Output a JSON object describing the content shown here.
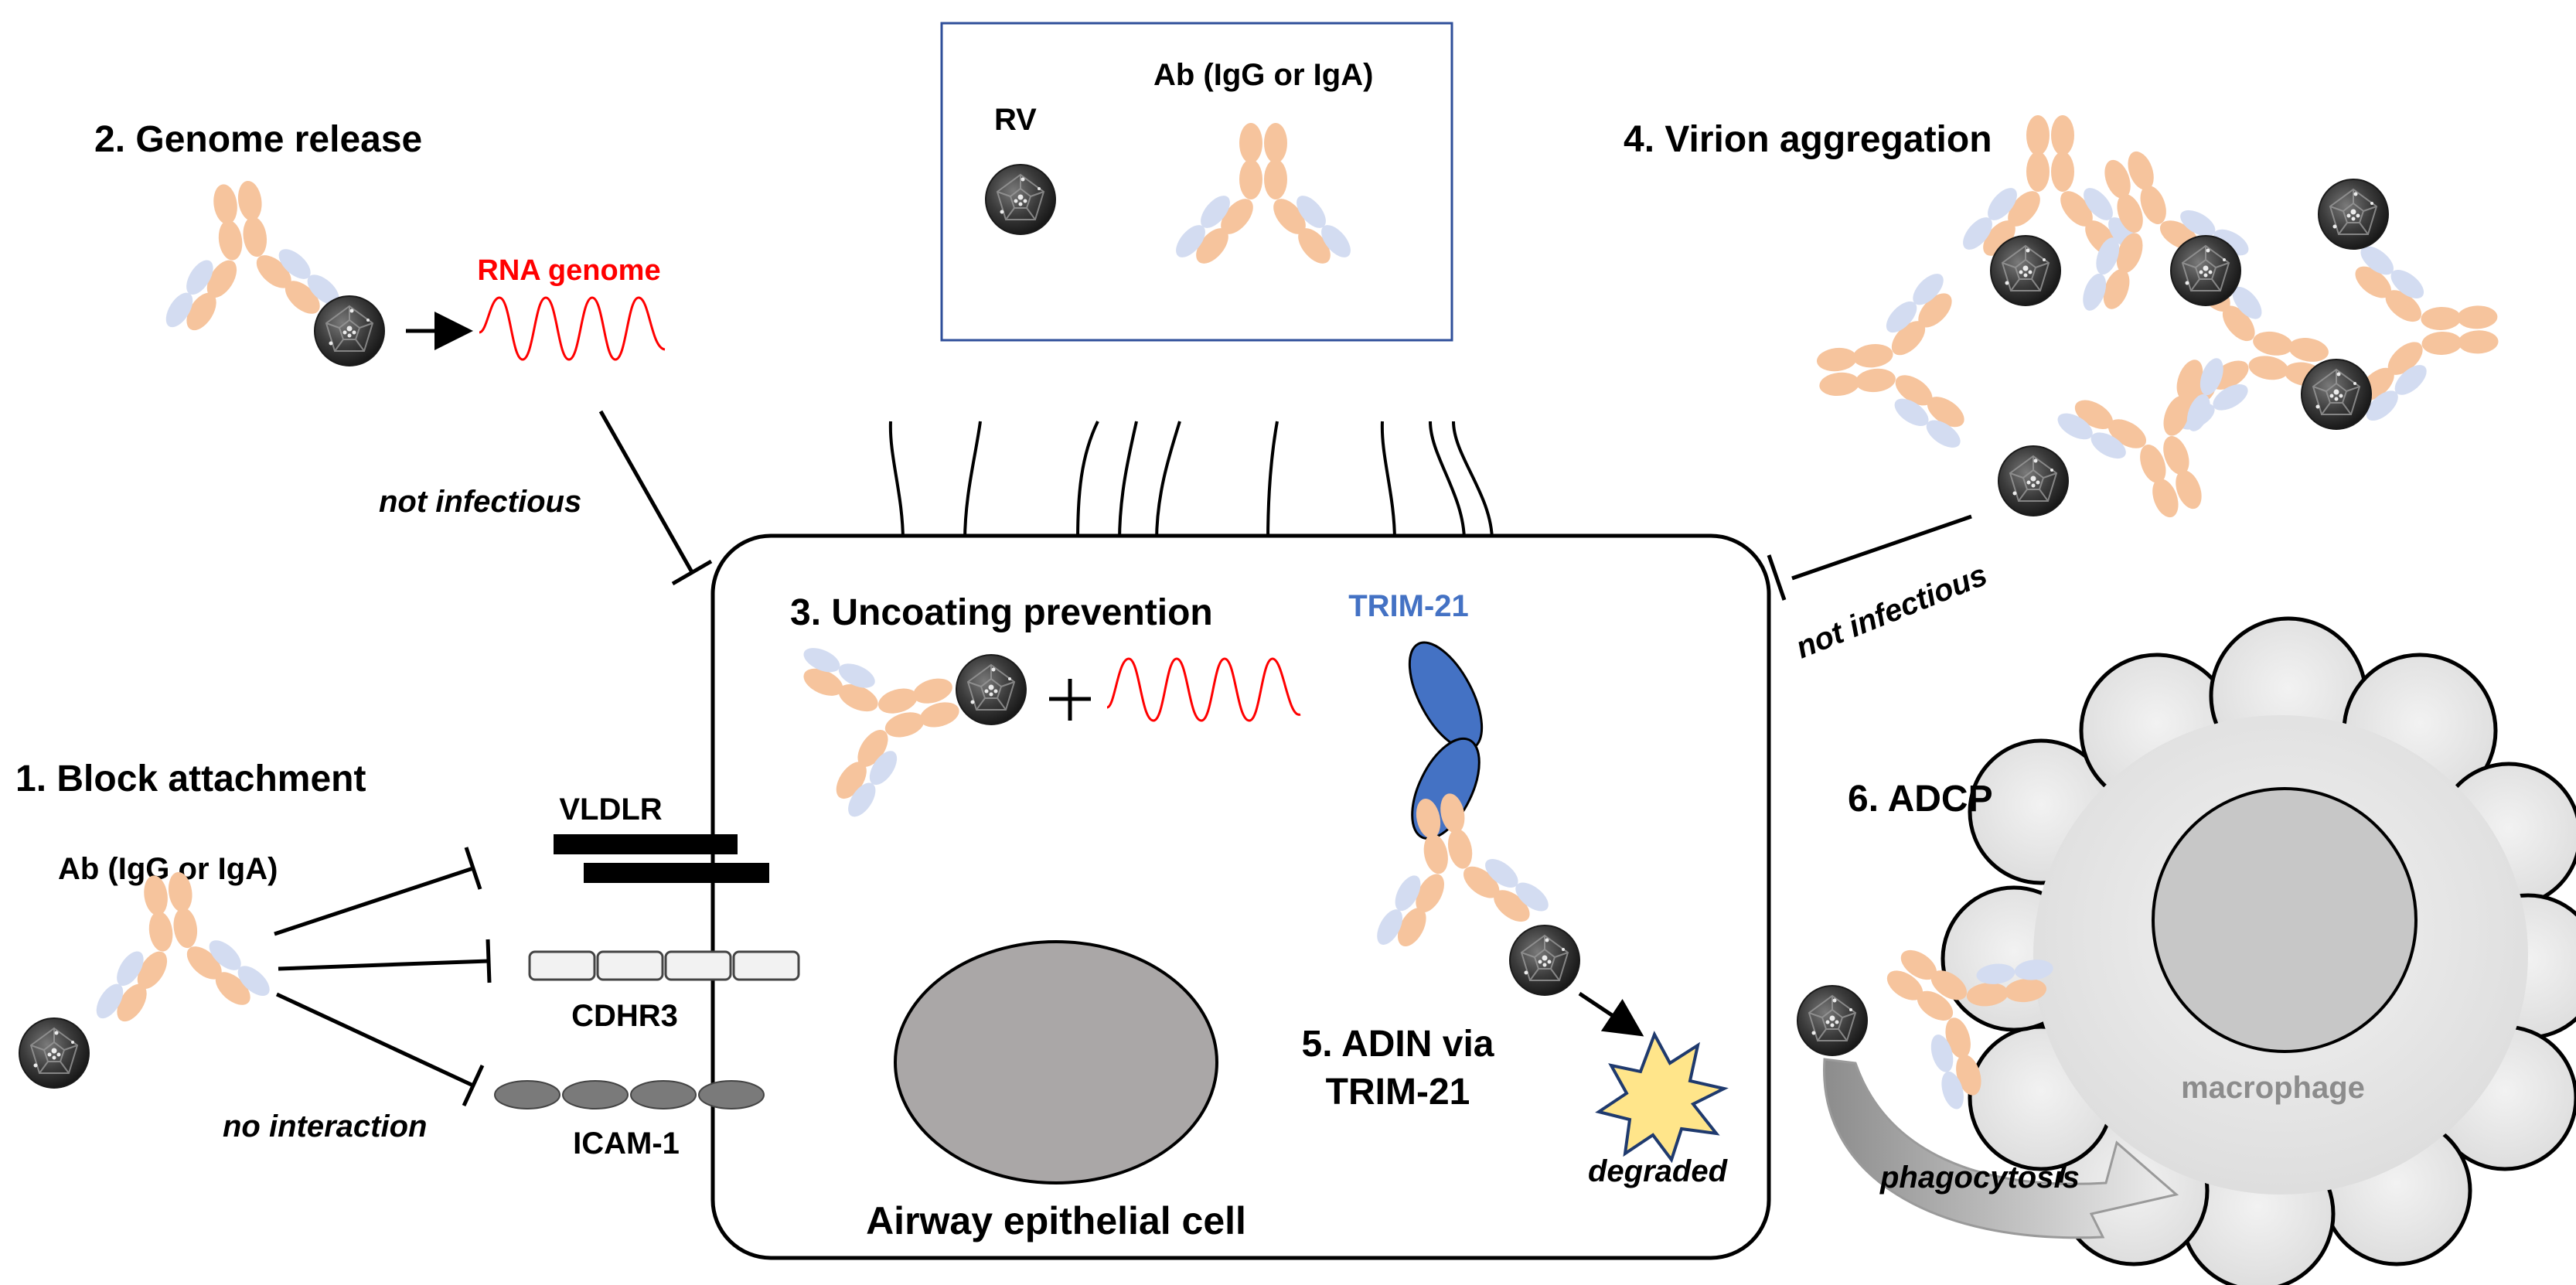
{
  "legend": {
    "rv_label": "RV",
    "ab_label": "Ab (IgG or IgA)"
  },
  "mechanisms": {
    "m1": {
      "title": "1. Block attachment",
      "ab_label": "Ab (IgG or IgA)",
      "note": "no interaction"
    },
    "m2": {
      "title": "2. Genome release",
      "rna_label": "RNA genome",
      "note": "not infectious"
    },
    "m3": {
      "title": "3. Uncoating prevention"
    },
    "m4": {
      "title": "4. Virion aggregation",
      "note": "not infectious"
    },
    "m5": {
      "title_line1": "5. ADIN via",
      "title_line2": "TRIM-21",
      "trim_label": "TRIM-21",
      "note": "degraded"
    },
    "m6": {
      "title": "6. ADCP",
      "cell_label": "macrophage",
      "note": "phagocytosis"
    }
  },
  "receptors": {
    "vldlr": "VLDLR",
    "cdhr3": "CDHR3",
    "icam": "ICAM-1"
  },
  "cell": {
    "label": "Airway epithelial cell"
  },
  "colors": {
    "heavy_chain": "#f6c49d",
    "light_chain": "#d3dcf1",
    "rna": "#ff0000",
    "trim": "#4472c4",
    "legend_box": "#2f4f9a",
    "nucleus": "#aaa7a7",
    "macrophage": "#e6e6e6",
    "macrophage_nucleus": "#c7c7c7",
    "virion": "#3a3a3a",
    "burst": "#ffe58a"
  }
}
